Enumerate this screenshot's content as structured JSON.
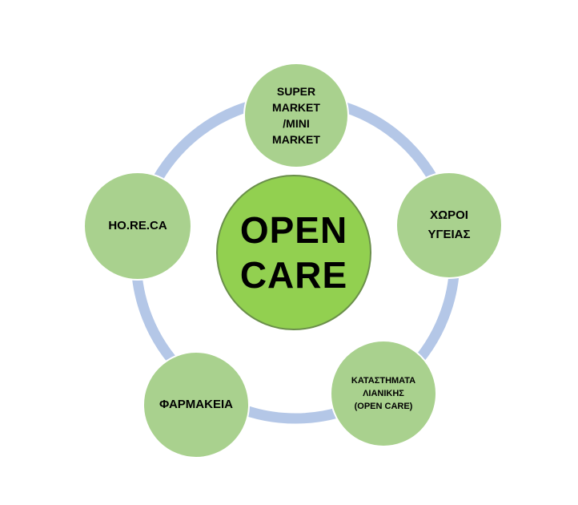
{
  "colors": {
    "ring": "#b4c7e7",
    "outer_node": "#a9d18e",
    "center_node": "#92d050",
    "center_border": "#6a8f4a",
    "text": "#000000"
  },
  "center": {
    "label": "OPEN\nCARE"
  },
  "nodes": [
    {
      "label": "SUPER\nMARKET\n/MINI\nMARKET"
    },
    {
      "label": "ΧΩΡΟΙ\nΥΓΕΙΑΣ"
    },
    {
      "label": "ΚΑΤΑΣΤΗΜΑΤΑ\nΛΙΑΝΙΚΗΣ\n(OPEN CARE)"
    },
    {
      "label": "ΦΑΡΜΑΚΕΙΑ"
    },
    {
      "label": "HO.RE.CA"
    }
  ]
}
